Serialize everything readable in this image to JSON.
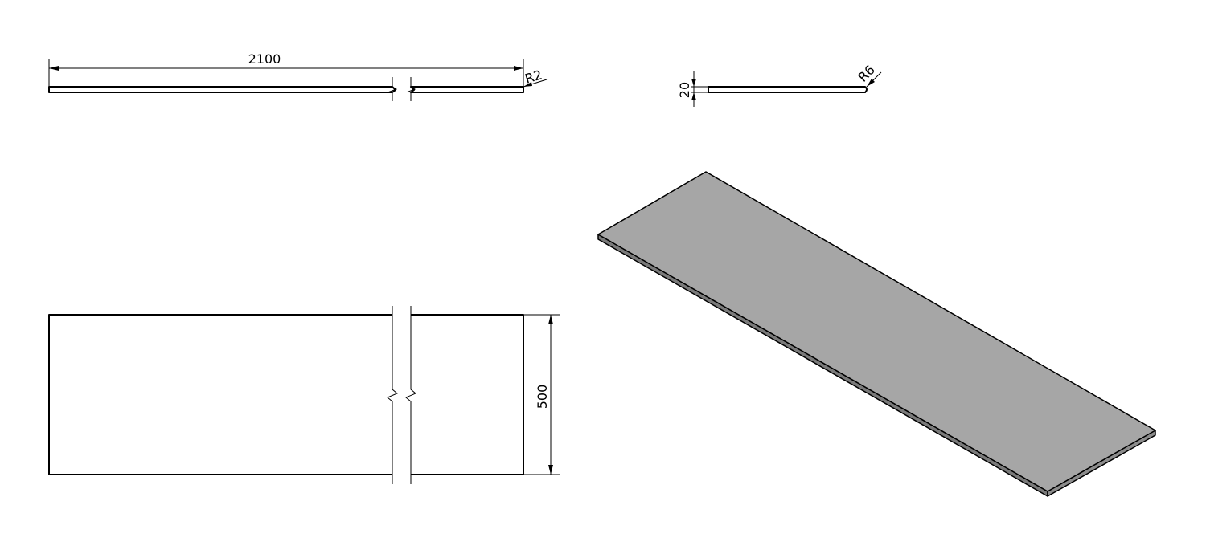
{
  "dimensions": {
    "length": "2100",
    "length_edge_radius": "R2",
    "thickness": "20",
    "thickness_edge_radius": "R6",
    "depth": "500"
  },
  "colors": {
    "line": "#000000",
    "iso_top_face": "#a6a6a6",
    "iso_side_face": "#7a7a7a",
    "background": "#ffffff"
  }
}
